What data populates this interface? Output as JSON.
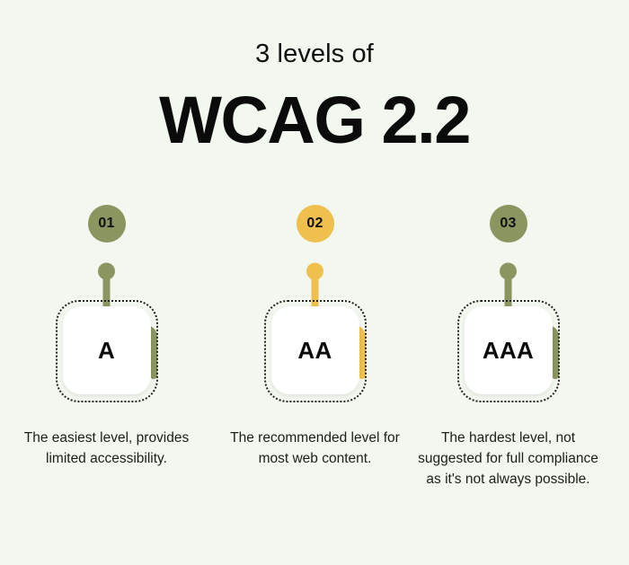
{
  "header": {
    "eyebrow": "3 levels of",
    "headline": "WCAG 2.2"
  },
  "colors": {
    "background": "#f2f7ef",
    "olive": "#8a9560",
    "amber": "#f0c04e",
    "card_fill": "#ffffff",
    "dotted_border": "#23231f",
    "text": "#101010"
  },
  "levels": [
    {
      "number": "01",
      "label": "A",
      "description": "The easiest level, provides limited accessibility.",
      "color": "#8a9560"
    },
    {
      "number": "02",
      "label": "AA",
      "description": "The recommended level for most web content.",
      "color": "#f0c04e"
    },
    {
      "number": "03",
      "label": "AAA",
      "description": "The hardest level, not suggested for full compliance as it's not always possible.",
      "color": "#8a9560"
    }
  ]
}
